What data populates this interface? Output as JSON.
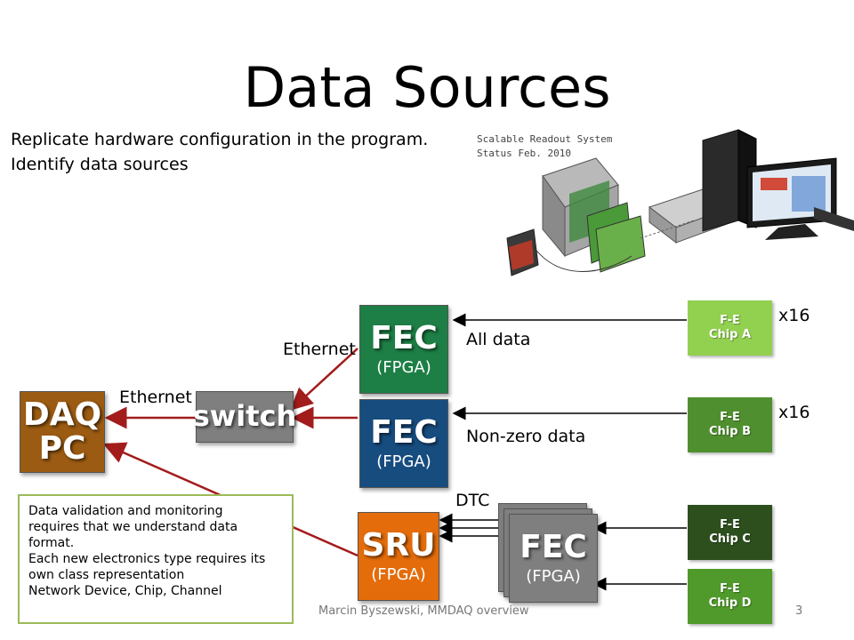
{
  "title": "Data Sources",
  "intro": [
    "Replicate hardware configuration in the program.",
    "Identify data sources"
  ],
  "photo": {
    "caption_line1": "Scalable Readout System",
    "caption_line2": "Status Feb. 2010"
  },
  "labels": {
    "ethernet_top": "Ethernet",
    "ethernet_left": "Ethernet",
    "all_data": "All data",
    "nonzero_data": "Non-zero data",
    "dtc": "DTC",
    "x16_a": "x16",
    "x16_b": "x16"
  },
  "boxes": {
    "daq": {
      "line1": "DAQ",
      "line2": "PC"
    },
    "switch": "switch",
    "fec_top": {
      "title": "FEC",
      "sub": "(FPGA)"
    },
    "fec_mid": {
      "title": "FEC",
      "sub": "(FPGA)"
    },
    "sru": {
      "title": "SRU",
      "sub": "(FPGA)"
    },
    "fec_stack": {
      "title": "FEC",
      "sub": "(FPGA)"
    }
  },
  "chips": {
    "a": {
      "line1": "F-E",
      "line2": "Chip A"
    },
    "b": {
      "line1": "F-E",
      "line2": "Chip B"
    },
    "c": {
      "line1": "F-E",
      "line2": "Chip C"
    },
    "d": {
      "line1": "F-E",
      "line2": "Chip D"
    }
  },
  "note": [
    "Data validation and monitoring",
    "requires that we understand data",
    "format.",
    "Each new electronics type requires its",
    "own class representation",
    "Network Device, Chip, Channel"
  ],
  "footer": "Marcin Byszewski, MMDAQ overview",
  "page_number": "3",
  "colors": {
    "daq": "#9b5b12",
    "switch": "#7f7f7f",
    "fec_top": "#1d7f45",
    "fec_mid": "#174c7f",
    "sru": "#e46c0a",
    "fec_stack": "#7f7f7f",
    "chip_a": "#92d050",
    "chip_b": "#4f8f2f",
    "chip_c": "#2d4f1e",
    "chip_d": "#4f9a2a",
    "arrow_red": "#a31c1c",
    "note_border": "#9bbb59"
  }
}
